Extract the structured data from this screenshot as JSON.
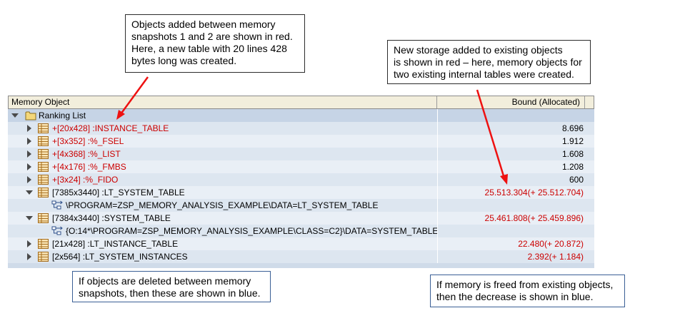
{
  "callouts": {
    "added_objects": "Objects added between memory\nsnapshots 1 and 2 are shown in red.\nHere, a new table with 20 lines 428\nbytes long was created.",
    "new_storage": "New storage added to existing objects\nis shown in red – here, memory objects for\ntwo existing internal tables were created.",
    "deleted_objects": "If objects are deleted between memory\nsnapshots, then these are shown in blue.",
    "memory_freed": "If memory is freed from existing objects,\nthen the decrease is shown in blue."
  },
  "grid": {
    "col_object": "Memory Object",
    "col_bound": "Bound (Allocated)",
    "root_label": "Ranking List",
    "rows": [
      {
        "label": "+[20x428] :INSTANCE_TABLE",
        "value": "8.696"
      },
      {
        "label": "+[3x352] :%_FSEL",
        "value": "1.912"
      },
      {
        "label": "+[4x368] :%_LIST",
        "value": "1.608"
      },
      {
        "label": "+[4x176] :%_FMBS",
        "value": "1.208"
      },
      {
        "label": "+[3x24] :%_FIDO",
        "value": "600"
      },
      {
        "label": "[7385x3440] :LT_SYSTEM_TABLE",
        "value": "25.513.304(+ 25.512.704)"
      },
      {
        "label": "\\PROGRAM=ZSP_MEMORY_ANALYSIS_EXAMPLE\\DATA=LT_SYSTEM_TABLE",
        "value": ""
      },
      {
        "label": "[7384x3440] :SYSTEM_TABLE",
        "value": "25.461.808(+ 25.459.896)"
      },
      {
        "label": "{O:14*\\PROGRAM=ZSP_MEMORY_ANALYSIS_EXAMPLE\\CLASS=C2}\\DATA=SYSTEM_TABLE",
        "value": ""
      },
      {
        "label": "[21x428] :LT_INSTANCE_TABLE",
        "value": "22.480(+ 20.872)"
      },
      {
        "label": "[2x564] :LT_SYSTEM_INSTANCES",
        "value": "2.392(+ 1.184)"
      }
    ]
  },
  "colors": {
    "added": "#cc0000",
    "deleted": "#3a5f96",
    "grid_background": "#cfdbe9",
    "header_background": "#f2eedc"
  },
  "icons": [
    "folder-icon",
    "table-icon",
    "reference-icon",
    "expand-icon",
    "collapse-icon"
  ]
}
